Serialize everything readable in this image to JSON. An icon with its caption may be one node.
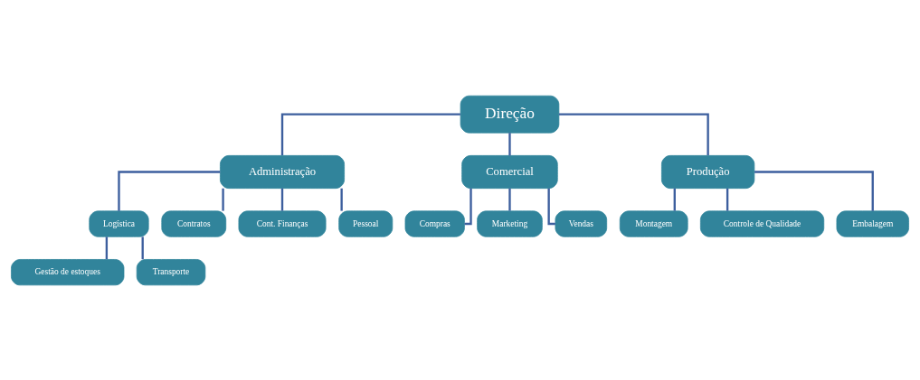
{
  "diagram": {
    "nodes": [
      {
        "text": [
          "Direção"
        ]
      },
      {
        "text": [
          "Administração"
        ]
      },
      {
        "text": [
          "Comercial"
        ]
      },
      {
        "text": [
          "Produção"
        ]
      },
      {
        "text": [
          "Logística"
        ]
      },
      {
        "text": [
          "Contratos"
        ]
      },
      {
        "text": [
          "Cont. Finanças"
        ]
      },
      {
        "text": [
          "Pessoal"
        ]
      },
      {
        "text": [
          "Compras"
        ]
      },
      {
        "text": [
          "Marketing"
        ]
      },
      {
        "text": [
          "Vendas"
        ]
      },
      {
        "text": [
          "Montagem"
        ]
      },
      {
        "text": [
          "Controle de Qualidade"
        ]
      },
      {
        "text": [
          "Embalagem"
        ]
      },
      {
        "text": [
          "Gestão de estoques"
        ]
      },
      {
        "text": [
          "Transporte"
        ]
      }
    ],
    "edges": [
      {
        "from": 0,
        "to": 1,
        "arrow": "none"
      },
      {
        "from": 0,
        "to": 2,
        "arrow": "none"
      },
      {
        "from": 0,
        "to": 3,
        "arrow": "none"
      },
      {
        "from": 1,
        "to": 4,
        "arrow": "none"
      },
      {
        "from": 1,
        "to": 5,
        "arrow": "none"
      },
      {
        "from": 1,
        "to": 6,
        "arrow": "none"
      },
      {
        "from": 1,
        "to": 7,
        "arrow": "none"
      },
      {
        "from": 2,
        "to": 8,
        "arrow": "none"
      },
      {
        "from": 2,
        "to": 9,
        "arrow": "none"
      },
      {
        "from": 2,
        "to": 10,
        "arrow": "none"
      },
      {
        "from": 3,
        "to": 11,
        "arrow": "none"
      },
      {
        "from": 3,
        "to": 12,
        "arrow": "none"
      },
      {
        "from": 3,
        "to": 13,
        "arrow": "none"
      },
      {
        "from": 4,
        "to": 14,
        "arrow": "none"
      },
      {
        "from": 4,
        "to": 15,
        "arrow": "none"
      }
    ]
  }
}
